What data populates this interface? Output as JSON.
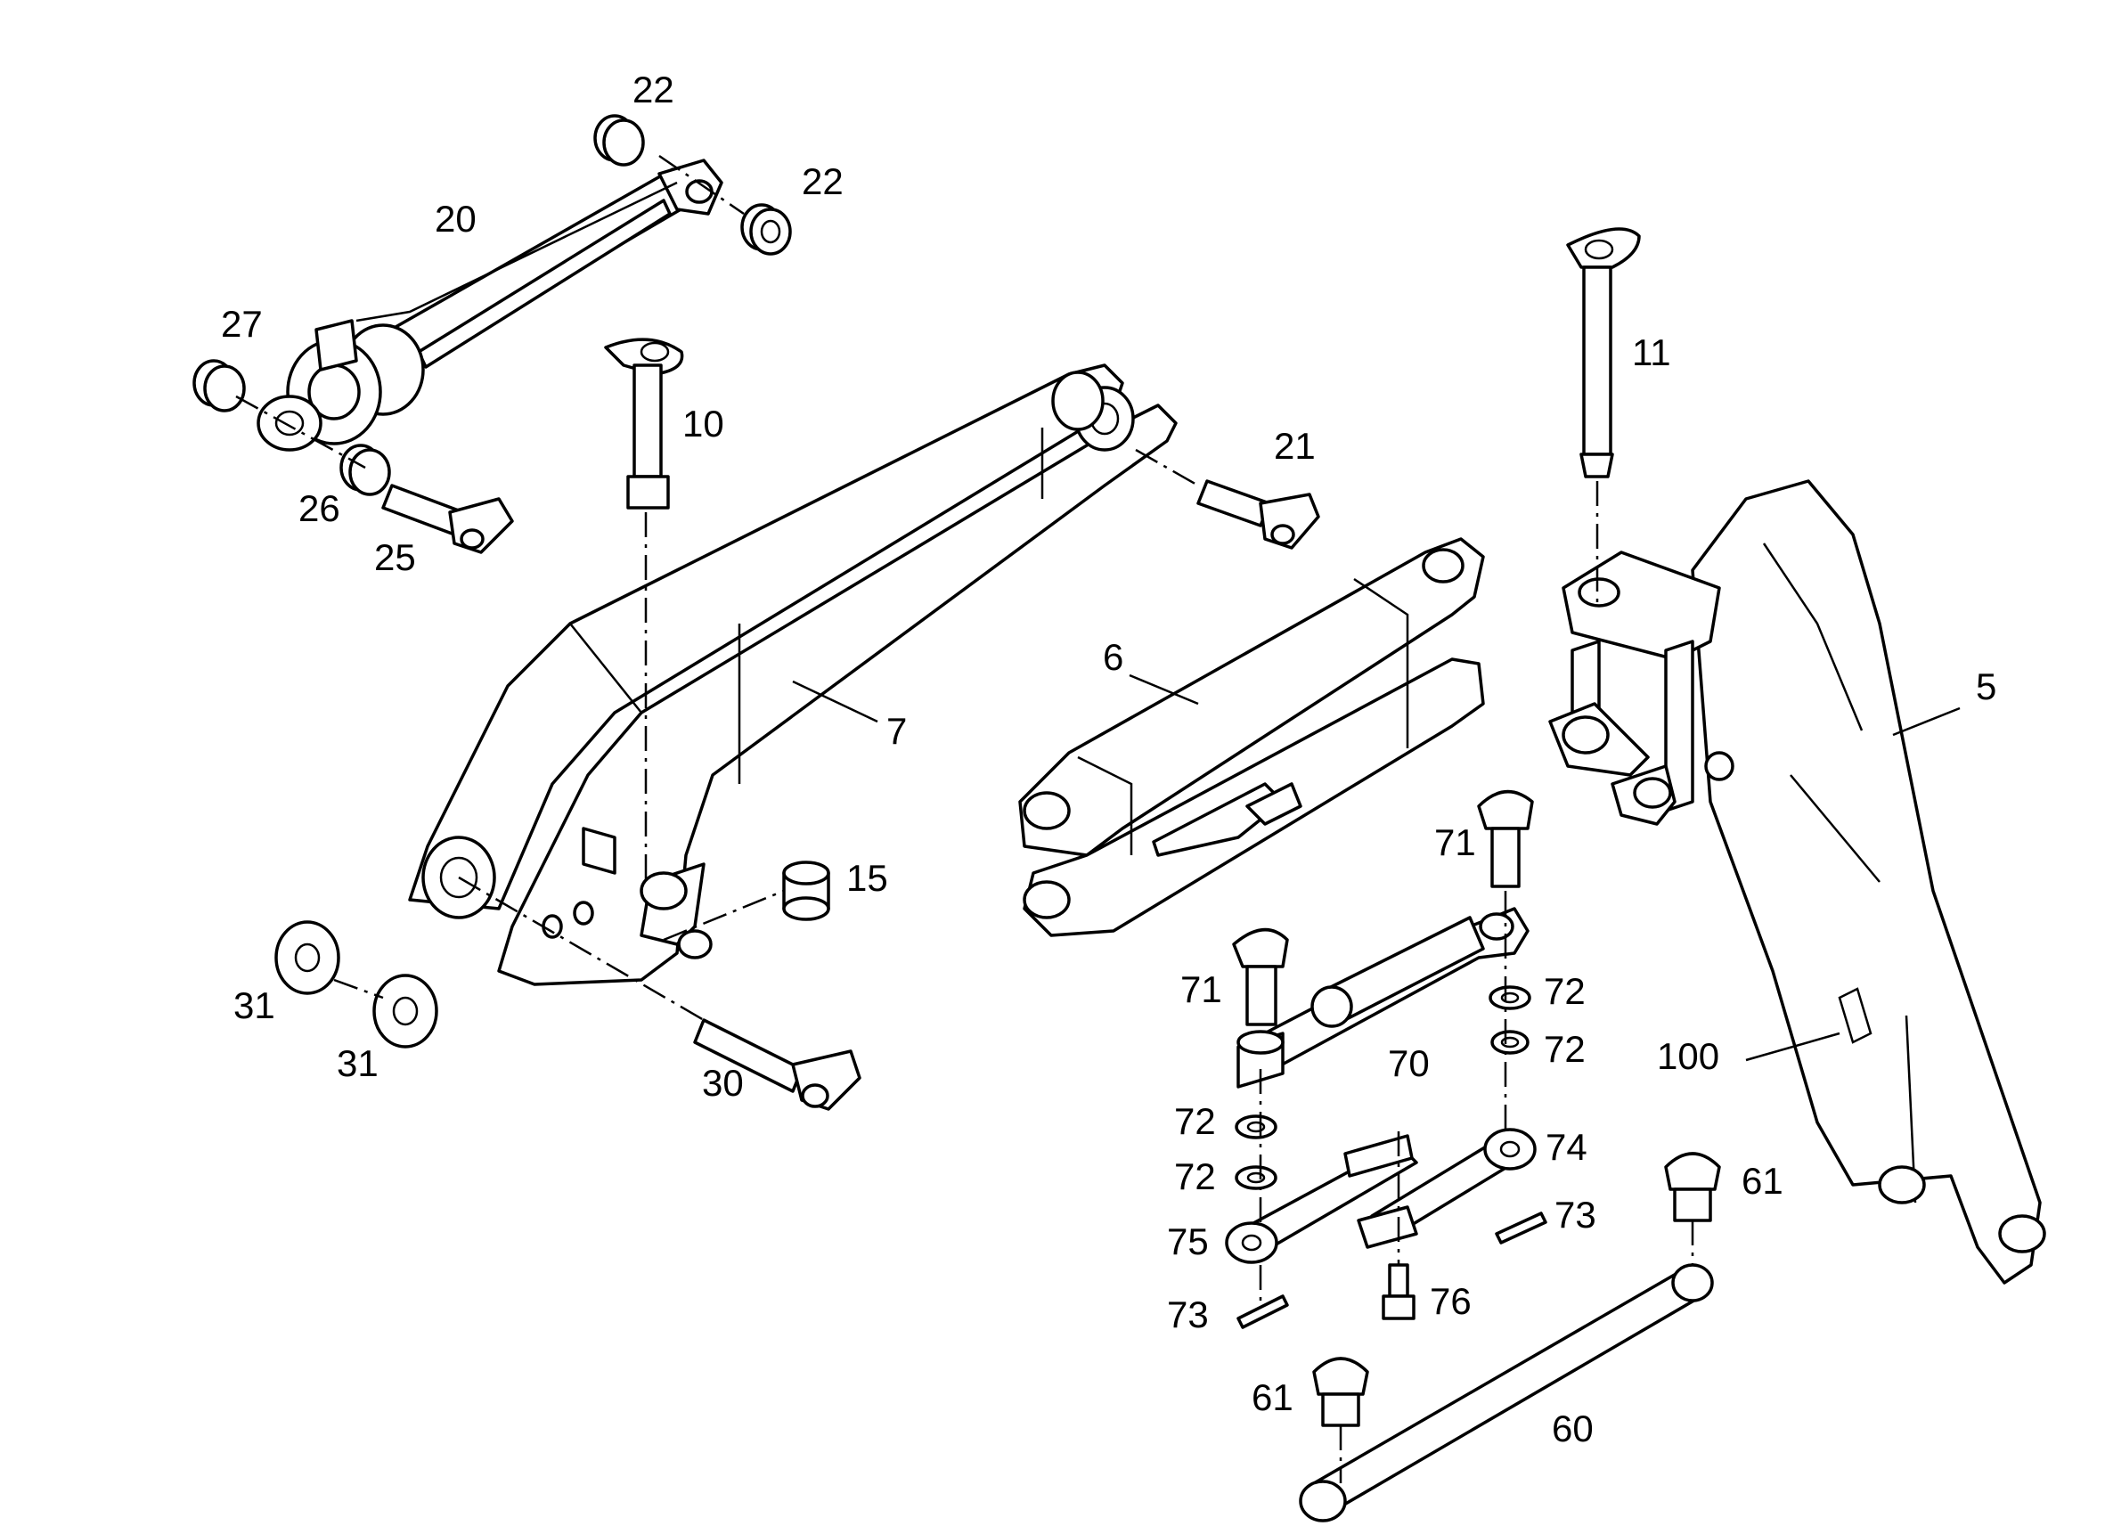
{
  "diagram": {
    "callouts": [
      {
        "id": "c5",
        "text": "5"
      },
      {
        "id": "c6",
        "text": "6"
      },
      {
        "id": "c7",
        "text": "7"
      },
      {
        "id": "c10",
        "text": "10"
      },
      {
        "id": "c11",
        "text": "11"
      },
      {
        "id": "c15",
        "text": "15"
      },
      {
        "id": "c20",
        "text": "20"
      },
      {
        "id": "c21",
        "text": "21"
      },
      {
        "id": "c22a",
        "text": "22"
      },
      {
        "id": "c22b",
        "text": "22"
      },
      {
        "id": "c25",
        "text": "25"
      },
      {
        "id": "c26",
        "text": "26"
      },
      {
        "id": "c27",
        "text": "27"
      },
      {
        "id": "c30",
        "text": "30"
      },
      {
        "id": "c31a",
        "text": "31"
      },
      {
        "id": "c31b",
        "text": "31"
      },
      {
        "id": "c60",
        "text": "60"
      },
      {
        "id": "c61a",
        "text": "61"
      },
      {
        "id": "c61b",
        "text": "61"
      },
      {
        "id": "c70",
        "text": "70"
      },
      {
        "id": "c71a",
        "text": "71"
      },
      {
        "id": "c71b",
        "text": "71"
      },
      {
        "id": "c72a",
        "text": "72"
      },
      {
        "id": "c72b",
        "text": "72"
      },
      {
        "id": "c72c",
        "text": "72"
      },
      {
        "id": "c72d",
        "text": "72"
      },
      {
        "id": "c73a",
        "text": "73"
      },
      {
        "id": "c73b",
        "text": "73"
      },
      {
        "id": "c74",
        "text": "74"
      },
      {
        "id": "c75",
        "text": "75"
      },
      {
        "id": "c76",
        "text": "76"
      },
      {
        "id": "c100",
        "text": "100"
      }
    ]
  }
}
